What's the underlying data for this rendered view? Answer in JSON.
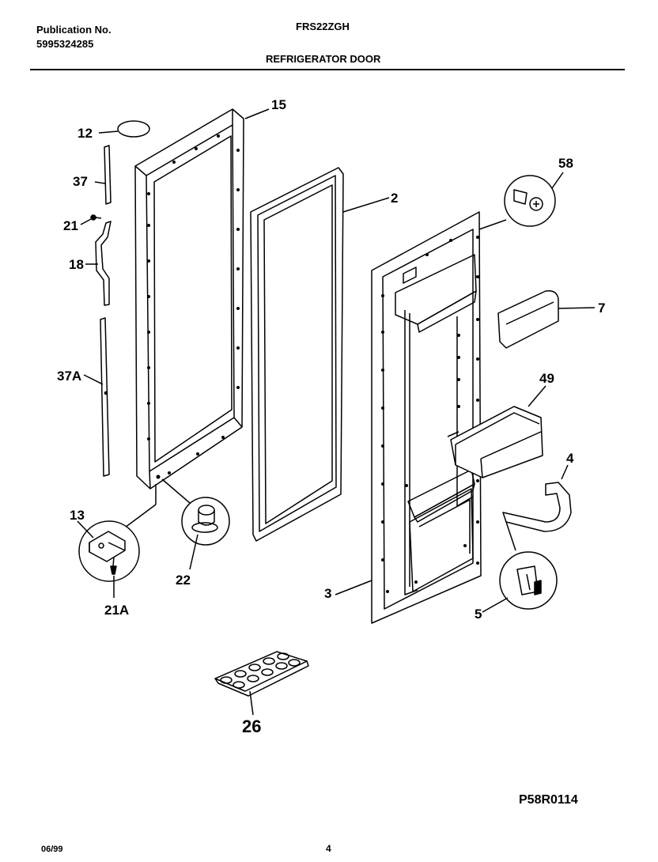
{
  "header": {
    "publication_label": "Publication No.",
    "publication_number": "5995324285",
    "model": "FRS22ZGH",
    "section_title": "REFRIGERATOR DOOR"
  },
  "callouts": {
    "p12": "12",
    "p15": "15",
    "p37": "37",
    "p21": "21",
    "p18": "18",
    "p37a": "37A",
    "p13": "13",
    "p21a": "21A",
    "p22": "22",
    "p2": "2",
    "p58": "58",
    "p7": "7",
    "p49": "49",
    "p4": "4",
    "p3": "3",
    "p5": "5",
    "p26": "26"
  },
  "footer": {
    "drawing_code": "P58R0114",
    "date": "06/99",
    "page": "4"
  }
}
